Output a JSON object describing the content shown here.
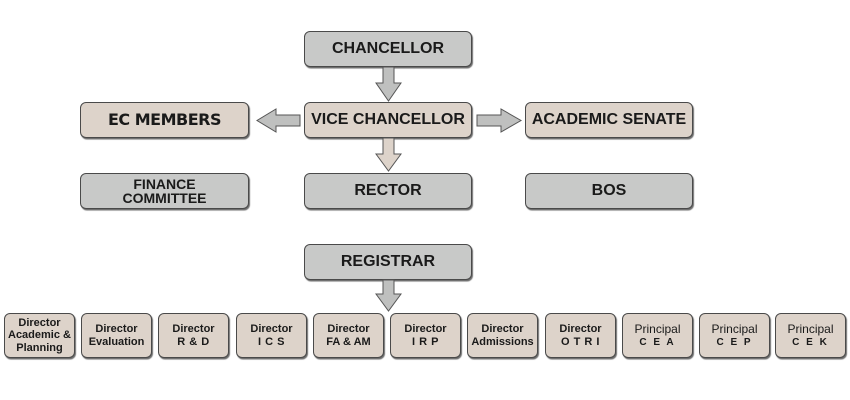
{
  "diagram": {
    "type": "organizational-chart",
    "nodes": {
      "chancellor": "CHANCELLOR",
      "vice_chancellor": "VICE CHANCELLOR",
      "ec_members": "EC MEMBERS",
      "academic_senate": "ACADEMIC SENATE",
      "finance_committee": [
        "FINANCE",
        "COMMITTEE"
      ],
      "rector": "RECTOR",
      "bos": "BOS",
      "registrar": "REGISTRAR"
    },
    "directors": [
      {
        "line1": "Director",
        "line2": "Academic &",
        "line3": "Planning"
      },
      {
        "line1": "Director",
        "line2": "Evaluation"
      },
      {
        "line1": "Director",
        "line2": "R & D"
      },
      {
        "line1": "Director",
        "line2": "I C S"
      },
      {
        "line1": "Director",
        "line2": "FA & AM"
      },
      {
        "line1": "Director",
        "line2": "I R P"
      },
      {
        "line1": "Director",
        "line2": "Admissions"
      },
      {
        "line1": "Director",
        "line2": "O T R I"
      },
      {
        "line1": "Principal",
        "line2": "C E A"
      },
      {
        "line1": "Principal",
        "line2": "C E P"
      },
      {
        "line1": "Principal",
        "line2": "C E K"
      }
    ],
    "edges": [
      {
        "from": "chancellor",
        "to": "vice_chancellor",
        "direction": "down"
      },
      {
        "from": "vice_chancellor",
        "to": "ec_members",
        "direction": "left"
      },
      {
        "from": "vice_chancellor",
        "to": "academic_senate",
        "direction": "right"
      },
      {
        "from": "vice_chancellor",
        "to": "rector",
        "direction": "down"
      },
      {
        "from": "registrar",
        "to": "directors",
        "direction": "down"
      }
    ],
    "colors": {
      "grey_box": "#c8c9c8",
      "beige_box": "#ddd3ca",
      "border": "#4a4a4a",
      "arrow_grey": "#bfc0bf",
      "arrow_beige": "#ddd3ca"
    }
  }
}
